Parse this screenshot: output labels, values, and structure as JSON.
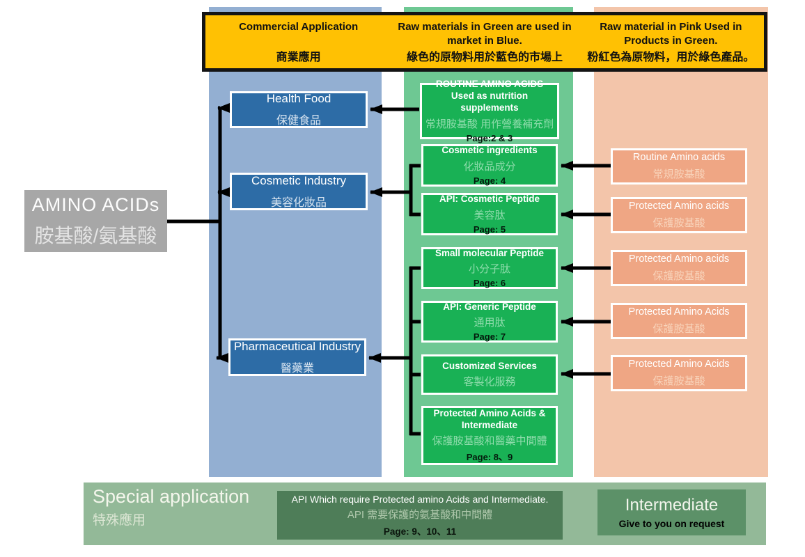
{
  "header": {
    "cells": [
      {
        "en": "Commercial Application",
        "zh": "商業應用"
      },
      {
        "en": "Raw materials in Green are used in market in Blue.",
        "zh": "綠色的原物料用於藍色的市場上"
      },
      {
        "en": "Raw material in Pink Used in Products in Green.",
        "zh": "粉紅色為原物料，用於綠色產品。"
      }
    ]
  },
  "root": {
    "en": "AMINO ACIDs",
    "zh": "胺基酸/氨基酸"
  },
  "markets": [
    {
      "title": "Health Food",
      "zh": "保健食品"
    },
    {
      "title": "Cosmetic Industry",
      "zh": "美容化妝品"
    },
    {
      "title": "Pharmaceutical Industry",
      "zh": "醫藥業"
    }
  ],
  "products": [
    {
      "title": "ROUTINE AMINO ACIDS Used as nutrition supplements",
      "zh": "常規胺基酸 用作營養補充劑",
      "page": "Page:2 & 3"
    },
    {
      "title": "Cosmetic ingredients",
      "zh": "化妝品成分",
      "page": "Page: 4"
    },
    {
      "title": "API: Cosmetic Peptide",
      "zh": "美容肽",
      "page": "Page: 5"
    },
    {
      "title": "Small molecular Peptide",
      "zh": "小分子肽",
      "page": "Page: 6"
    },
    {
      "title": "API: Generic Peptide",
      "zh": "通用肽",
      "page": "Page: 7"
    },
    {
      "title": "Customized Services",
      "zh": "客製化服務",
      "page": ""
    },
    {
      "title": "Protected Amino Acids & Intermediate",
      "zh": "保護胺基酸和醫藥中間體",
      "page": "Page: 8、9"
    }
  ],
  "raw_materials": [
    {
      "title": "Routine Amino acids",
      "zh": "常規胺基酸"
    },
    {
      "title": "Protected Amino acids",
      "zh": "保護胺基酸"
    },
    {
      "title": "Protected Amino acids",
      "zh": "保護胺基酸"
    },
    {
      "title": "Protected Amino Acids",
      "zh": "保護胺基酸"
    },
    {
      "title": "Protected Amino Acids",
      "zh": "保護胺基酸"
    }
  ],
  "special": {
    "en": "Special application",
    "zh": "特殊應用",
    "api_box": {
      "en": "API Which require Protected amino Acids and Intermediate.",
      "zh": "API 需要保護的氨基酸和中間體",
      "page": "Page: 9、10、11"
    },
    "intermediate": {
      "title": "Intermediate",
      "sub": "Give to you on request"
    }
  },
  "colors": {
    "gold_header": "#FFC103",
    "blue_column": "#93AFD2",
    "blue_box": "#2D6CA6",
    "green_column": "#6EC893",
    "green_box": "#19B155",
    "pink_column": "#F3C5AA",
    "pink_box": "#EFA684",
    "bottom_band": "#93B998",
    "api_box": "#4E7D58",
    "intermediate_box": "#5C9168",
    "root_box": "#A7A7A7",
    "connector": "#000000"
  }
}
